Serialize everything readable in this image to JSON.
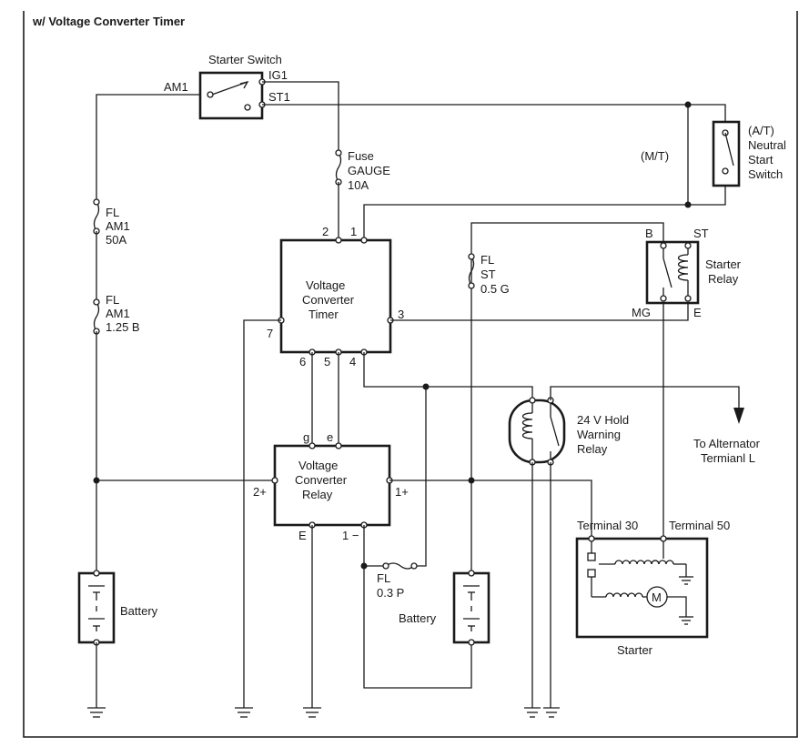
{
  "title": "w/ Voltage Converter Timer",
  "labels": {
    "starter_switch": "Starter Switch",
    "am1": "AM1",
    "ig1": "IG1",
    "st1": "ST1",
    "fuse": "Fuse",
    "gauge": "GAUGE",
    "fuse_10a": "10A",
    "fl_a": "FL",
    "am1_a": "AM1",
    "fl_50a": "50A",
    "fl_b": "FL",
    "am1_b": "AM1",
    "fl_125b": "1.25 B",
    "at": "(A/T)",
    "neutral": "Neutral",
    "start": "Start",
    "switch": "Switch",
    "mt": "(M/T)",
    "vct_1": "Voltage",
    "vct_2": "Converter",
    "vct_3": "Timer",
    "pin2": "2",
    "pin1": "1",
    "pin7": "7",
    "pin3": "3",
    "pin6": "6",
    "pin5": "5",
    "pin4": "4",
    "fl_st": "FL",
    "st_st": "ST",
    "st_05g": "0.5 G",
    "b": "B",
    "st": "ST",
    "mg": "MG",
    "e": "E",
    "starter_relay_1": "Starter",
    "starter_relay_2": "Relay",
    "hold_1": "24 V Hold",
    "hold_2": "Warning",
    "hold_3": "Relay",
    "to_alt_1": "To Alternator",
    "to_alt_2": "Termianl L",
    "g": "g",
    "e_small": "e",
    "vcr_1": "Voltage",
    "vcr_2": "Converter",
    "vcr_3": "Relay",
    "p2plus": "2+",
    "p1plus": "1+",
    "pe": "E",
    "p1minus": "1 −",
    "terminal30": "Terminal 30",
    "terminal50": "Terminal 50",
    "fl_p": "FL",
    "fl_03p": "0.3 P",
    "battery_left": "Battery",
    "battery_mid": "Battery",
    "starter": "Starter",
    "motor": "M"
  }
}
